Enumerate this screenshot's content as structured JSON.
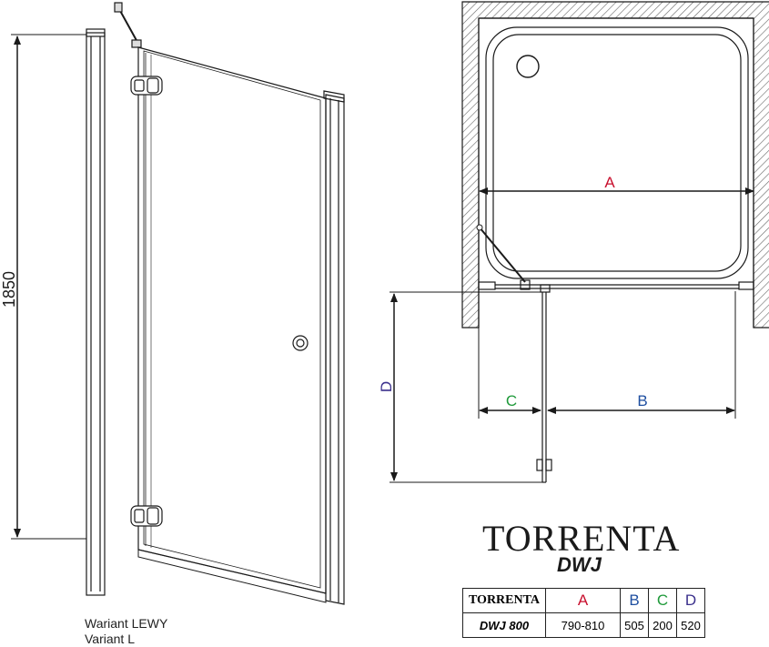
{
  "labels": {
    "height": "1850",
    "A": "A",
    "B": "B",
    "C": "C",
    "D": "D"
  },
  "colors": {
    "A": "#c8102e",
    "B": "#1f4fa0",
    "C": "#1f9a3a",
    "D": "#3a2f8c",
    "line": "#1a1a1a",
    "hatch": "#555555"
  },
  "product": {
    "name": "TORRENTA",
    "model": "DWJ"
  },
  "variant": {
    "line1": "Wariant LEWY",
    "line2": "Variant L"
  },
  "table": {
    "header": [
      "TORRENTA",
      "A",
      "B",
      "C",
      "D"
    ],
    "row": [
      "DWJ 800",
      "790-810",
      "505",
      "200",
      "520"
    ]
  }
}
